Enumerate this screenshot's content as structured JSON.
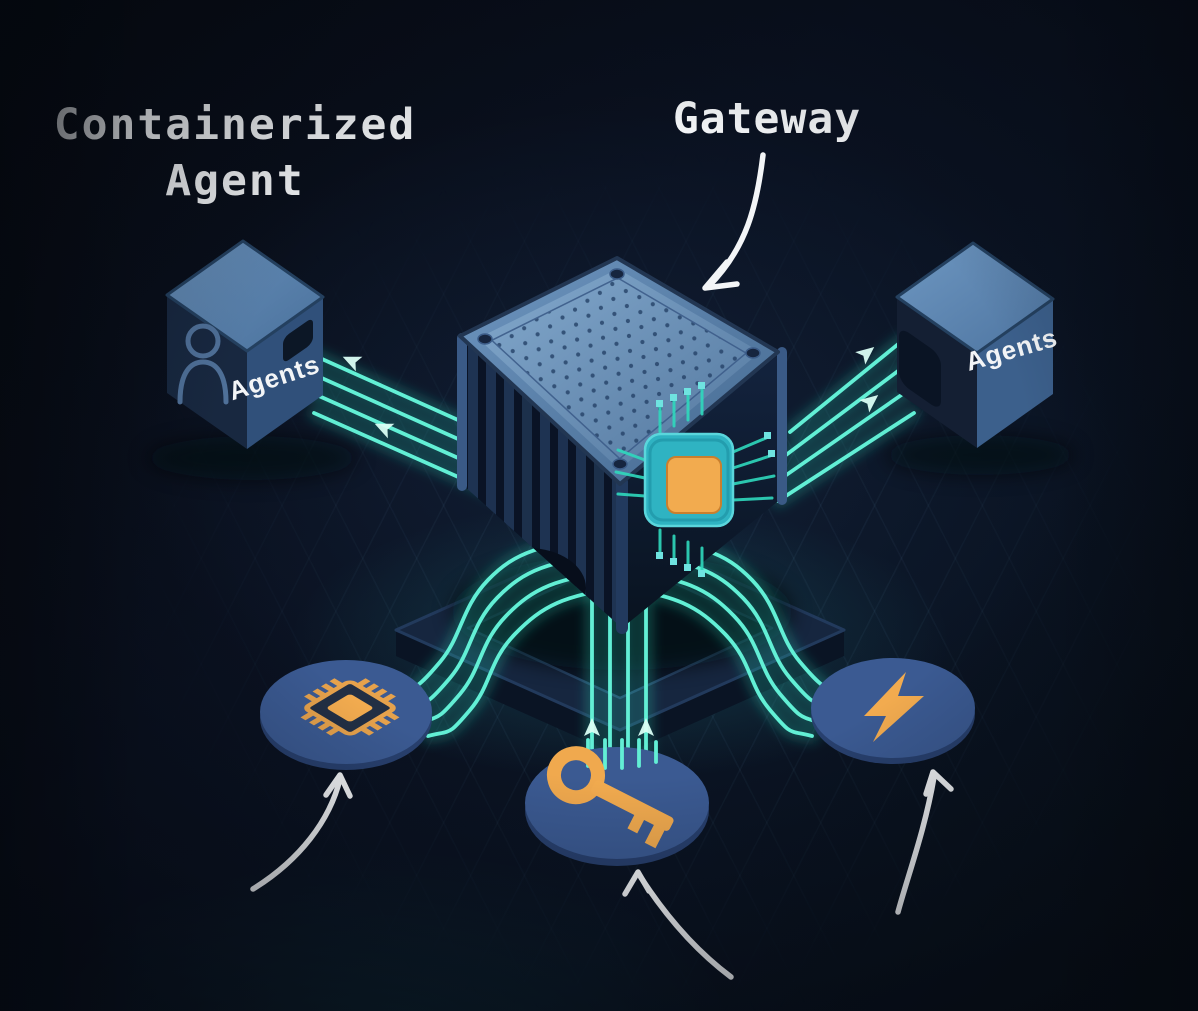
{
  "diagram": {
    "title": "containerized-agent-gateway-architecture",
    "labels": {
      "containerized_agent": "Containerized Agent",
      "gateway": "Gateway",
      "left_cube": "Agents",
      "right_cube": "Agents"
    },
    "nodes": [
      {
        "id": "left-agent-cube",
        "label": "Agents",
        "icon": "user-icon"
      },
      {
        "id": "gateway-tower",
        "label": "Gateway",
        "icon": "chip-icon"
      },
      {
        "id": "right-agent-cube",
        "label": "Agents",
        "icon": "none"
      },
      {
        "id": "cpu-node",
        "icon": "cpu-chip-icon"
      },
      {
        "id": "key-node",
        "icon": "key-icon"
      },
      {
        "id": "power-node",
        "icon": "lightning-bolt-icon"
      }
    ],
    "connections": [
      {
        "from": "gateway-tower",
        "to": "left-agent-cube",
        "style": "teal-arrows"
      },
      {
        "from": "gateway-tower",
        "to": "right-agent-cube",
        "style": "teal-arrows"
      },
      {
        "from": "gateway-tower",
        "to": "cpu-node",
        "style": "teal-curve"
      },
      {
        "from": "gateway-tower",
        "to": "key-node",
        "style": "teal-arrows-up"
      },
      {
        "from": "gateway-tower",
        "to": "power-node",
        "style": "teal-curve"
      }
    ],
    "colors": {
      "teal": "#2fd9bd",
      "teal_bright": "#62efd5",
      "orange": "#f2ab4f",
      "white": "#f3f5f7",
      "circle_blue": "#3b5a92",
      "cube_top": "#5d86b0",
      "background": "#0a1120"
    }
  }
}
